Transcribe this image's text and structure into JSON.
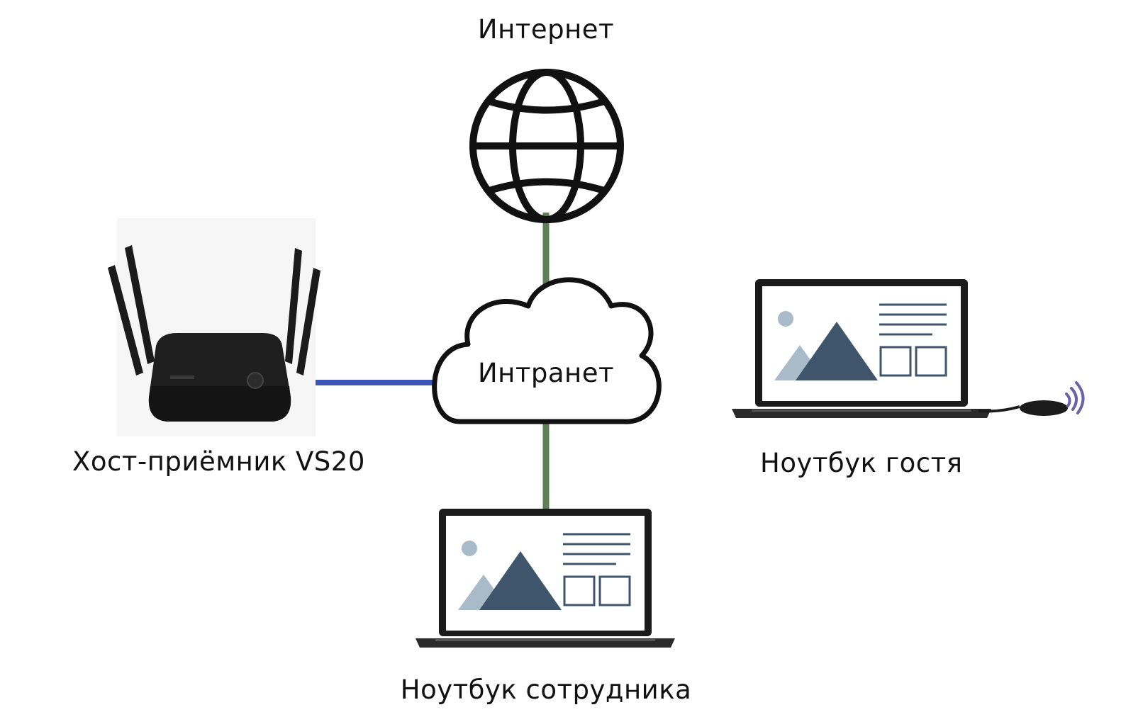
{
  "labels": {
    "internet": "Интернет",
    "intranet": "Интранет",
    "host": "Хост-приёмник VS20",
    "guest_laptop": "Ноутбук гостя",
    "employee_laptop": "Ноутбук сотрудника"
  },
  "icons": {
    "internet": "globe-icon",
    "intranet": "cloud-icon",
    "host": "router-icon",
    "guest_laptop": "laptop-icon",
    "employee_laptop": "laptop-icon",
    "dongle": "wireless-dongle-icon"
  },
  "colors": {
    "link_internet": "#5f7f56",
    "link_host": "#3a55b4",
    "screen_dark": "#3f556b",
    "screen_light": "#a9bac8",
    "device_black": "#1b1b1b",
    "wifi_signal": "#6b63a8"
  },
  "connections": [
    {
      "from": "internet",
      "to": "intranet"
    },
    {
      "from": "host",
      "to": "intranet"
    },
    {
      "from": "intranet",
      "to": "employee_laptop"
    }
  ]
}
